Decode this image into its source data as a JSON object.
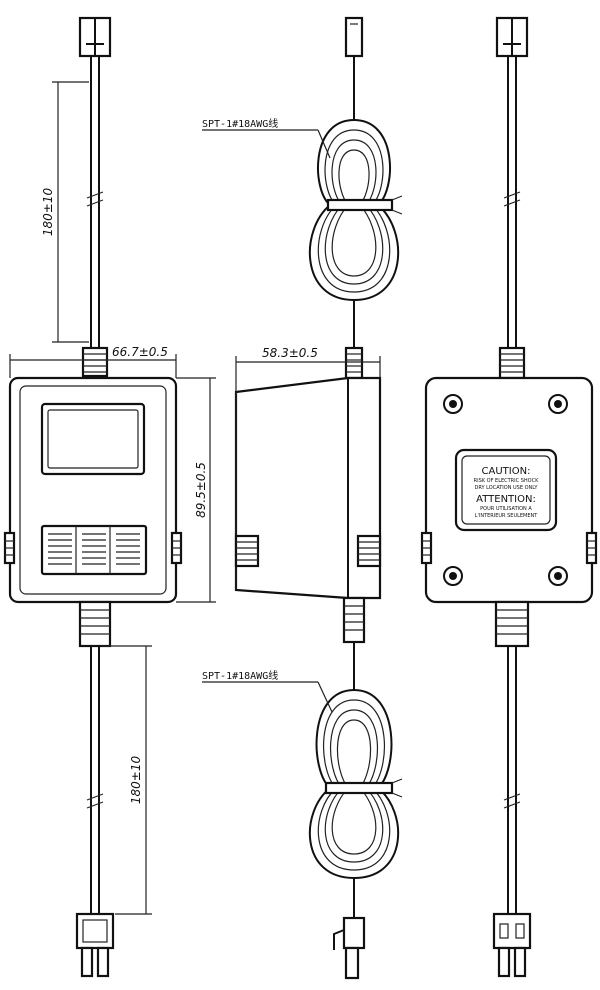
{
  "dimensions": {
    "front_width": "66.7±0.5",
    "side_width": "58.3±0.5",
    "height": "89.5±0.5",
    "cable_top": "180±10",
    "cable_bottom": "180±10"
  },
  "cable_labels": {
    "top": "SPT-1#18AWG线",
    "bottom": "SPT-1#18AWG线"
  },
  "rear_label": {
    "caution": "CAUTION:",
    "caution_line1": "RISK OF ELECTRIC SHOCK",
    "caution_line2": "DRY LOCATION USE ONLY",
    "attention": "ATTENTION:",
    "attention_line1": "POUR UTILISATION A",
    "attention_line2": "L'INTERIEUR SEULEMENT"
  }
}
